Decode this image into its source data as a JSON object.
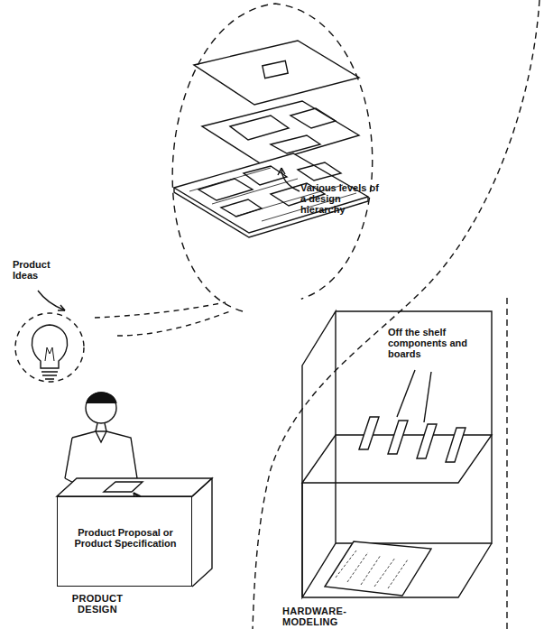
{
  "diagram": {
    "nodes": [
      {
        "text": [
          "Various levels of a design hierarchy"
        ]
      },
      {
        "text": [
          "Product Proposal or Product Specification",
          "PRODUCT DESIGN"
        ]
      },
      {
        "text": [
          "Off the shelf components and boards",
          "HARDWARE-MODELING"
        ]
      }
    ],
    "labels": [
      "Product Ideas"
    ]
  }
}
